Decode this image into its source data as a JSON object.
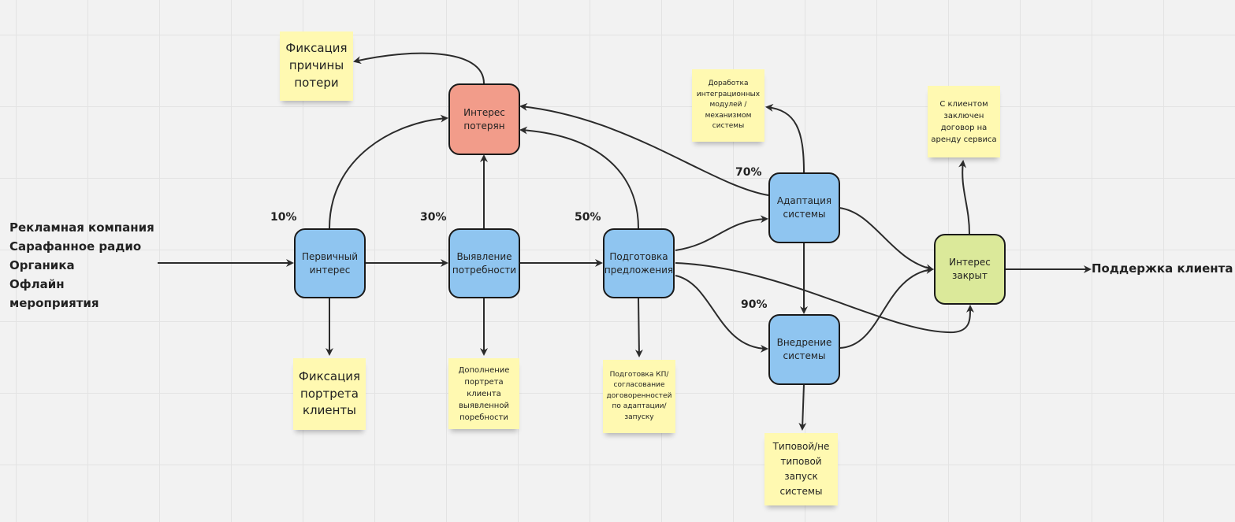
{
  "sources": "Рекламная компания\nСарафанное радио\nОрганика\nОфлайн\nмероприятия",
  "target": "Поддержка клиента",
  "nodes": {
    "primary": "Первичный интерес",
    "needs": "Выявление потребности",
    "offer": "Подготовка предложения",
    "lost": "Интерес потерян",
    "adapt": "Адаптация системы",
    "implement": "Внедрение системы",
    "closed": "Интерес закрыт"
  },
  "percentages": {
    "p10": "10%",
    "p30": "30%",
    "p50": "50%",
    "p70": "70%",
    "p90": "90%"
  },
  "stickies": {
    "loss_reason": "Фиксация причины потери",
    "portrait": "Фиксация портрета клиенты",
    "portrait_add": "Дополнение портрета клиента выявленной поребности",
    "kp": "Подготовка КП/ согласование договоренностей по адаптации/ запуску",
    "integration": "Доработка интеграционных модулей / механизмом системы",
    "contract": "С клиентом заключен договор на аренду сервиса",
    "launch": "Типовой/не типовой запуск системы"
  },
  "colors": {
    "blue": "#8fc5f0",
    "red": "#f29c8a",
    "green": "#dbe99a",
    "sticky": "#fff9b1"
  }
}
